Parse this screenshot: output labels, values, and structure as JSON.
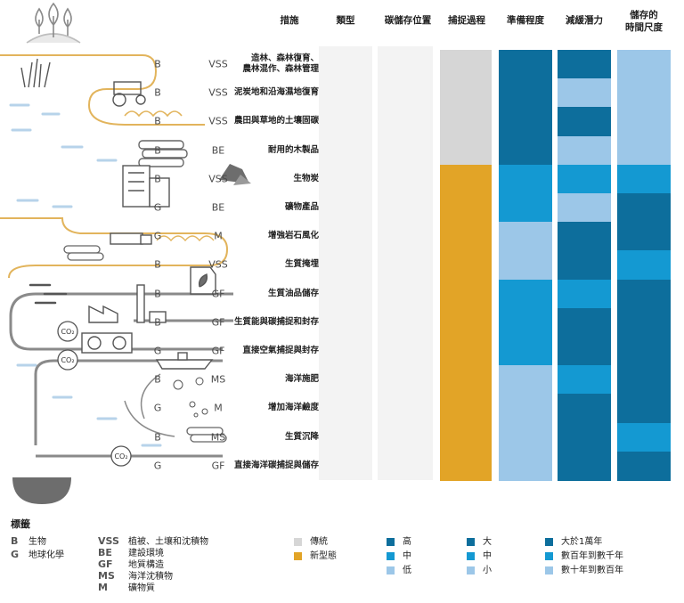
{
  "headers": {
    "measure": "措施",
    "type": "類型",
    "storage": "碳儲存位置",
    "capture": "捕捉過程",
    "readiness": "準備程度",
    "mitigation": "減緩潛力",
    "timescale_line1": "儲存的",
    "timescale_line2": "時間尺度"
  },
  "colors": {
    "traditional": "#d6d6d6",
    "novel": "#e2a427",
    "high": "#0d6e9c",
    "medium": "#1499d2",
    "low": "#9cc7e8"
  },
  "rows": [
    {
      "name1": "造林、森林復育、",
      "name2": "農林混作、森林管理",
      "type": "B",
      "storage": "VSS",
      "capture": "traditional",
      "readiness": "high",
      "mitigation": "high",
      "timescale": "low"
    },
    {
      "name1": "泥炭地和沿海濕地復育",
      "name2": "",
      "type": "B",
      "storage": "VSS",
      "capture": "traditional",
      "readiness": "high",
      "mitigation": "low",
      "timescale": "low"
    },
    {
      "name1": "農田與草地的土壤固碳",
      "name2": "",
      "type": "B",
      "storage": "VSS",
      "capture": "traditional",
      "readiness": "high",
      "mitigation": "high",
      "timescale": "low"
    },
    {
      "name1": "耐用的木製品",
      "name2": "",
      "type": "B",
      "storage": "BE",
      "capture": "traditional",
      "readiness": "high",
      "mitigation": "low",
      "timescale": "low"
    },
    {
      "name1": "生物炭",
      "name2": "",
      "type": "B",
      "storage": "VSS",
      "capture": "novel",
      "readiness": "medium",
      "mitigation": "medium",
      "timescale": "medium"
    },
    {
      "name1": "礦物產品",
      "name2": "",
      "type": "G",
      "storage": "BE",
      "capture": "novel",
      "readiness": "medium",
      "mitigation": "low",
      "timescale": "high"
    },
    {
      "name1": "增強岩石風化",
      "name2": "",
      "type": "G",
      "storage": "M",
      "capture": "novel",
      "readiness": "low",
      "mitigation": "high",
      "timescale": "high"
    },
    {
      "name1": "生質掩埋",
      "name2": "",
      "type": "B",
      "storage": "VSS",
      "capture": "novel",
      "readiness": "low",
      "mitigation": "high",
      "timescale": "medium"
    },
    {
      "name1": "生質油品儲存",
      "name2": "",
      "type": "B",
      "storage": "GF",
      "capture": "novel",
      "readiness": "medium",
      "mitigation": "medium",
      "timescale": "high"
    },
    {
      "name1": "生質能與碳捕捉和封存",
      "name2": "",
      "type": "B",
      "storage": "GF",
      "capture": "novel",
      "readiness": "medium",
      "mitigation": "high",
      "timescale": "high"
    },
    {
      "name1": "直接空氣捕捉與封存",
      "name2": "",
      "type": "G",
      "storage": "GF",
      "capture": "novel",
      "readiness": "medium",
      "mitigation": "high",
      "timescale": "high"
    },
    {
      "name1": "海洋施肥",
      "name2": "",
      "type": "B",
      "storage": "MS",
      "capture": "novel",
      "readiness": "low",
      "mitigation": "medium",
      "timescale": "high"
    },
    {
      "name1": "增加海洋鹼度",
      "name2": "",
      "type": "G",
      "storage": "M",
      "capture": "novel",
      "readiness": "low",
      "mitigation": "high",
      "timescale": "high"
    },
    {
      "name1": "生質沉降",
      "name2": "",
      "type": "B",
      "storage": "MS",
      "capture": "novel",
      "readiness": "low",
      "mitigation": "high",
      "timescale": "medium"
    },
    {
      "name1": "直接海洋碳捕捉與儲存",
      "name2": "",
      "type": "G",
      "storage": "GF",
      "capture": "novel",
      "readiness": "low",
      "mitigation": "high",
      "timescale": "high"
    }
  ],
  "art": {
    "co2_1": "CO₂",
    "co2_2": "CO₂",
    "co2_3": "CO₂"
  },
  "legend": {
    "title": "標籤",
    "type_items": [
      {
        "key": "B",
        "label": "生物"
      },
      {
        "key": "G",
        "label": "地球化學"
      }
    ],
    "storage_items": [
      {
        "key": "VSS",
        "label": "植被、土壤和沈積物"
      },
      {
        "key": "BE",
        "label": "建設環境"
      },
      {
        "key": "GF",
        "label": "地質構造"
      },
      {
        "key": "MS",
        "label": "海洋沈積物"
      },
      {
        "key": "M",
        "label": "礦物質"
      }
    ],
    "capture_items": [
      {
        "label": "傳統",
        "color": "#d6d6d6"
      },
      {
        "label": "新型態",
        "color": "#e2a427"
      }
    ],
    "readiness_items": [
      {
        "label": "高",
        "color": "#0d6e9c"
      },
      {
        "label": "中",
        "color": "#1499d2"
      },
      {
        "label": "低",
        "color": "#9cc7e8"
      }
    ],
    "mitigation_items": [
      {
        "label": "大",
        "color": "#0d6e9c"
      },
      {
        "label": "中",
        "color": "#1499d2"
      },
      {
        "label": "小",
        "color": "#9cc7e8"
      }
    ],
    "timescale_items": [
      {
        "label": "大於1萬年",
        "color": "#0d6e9c"
      },
      {
        "label": "數百年到數千年",
        "color": "#1499d2"
      },
      {
        "label": "數十年到數百年",
        "color": "#9cc7e8"
      }
    ]
  }
}
